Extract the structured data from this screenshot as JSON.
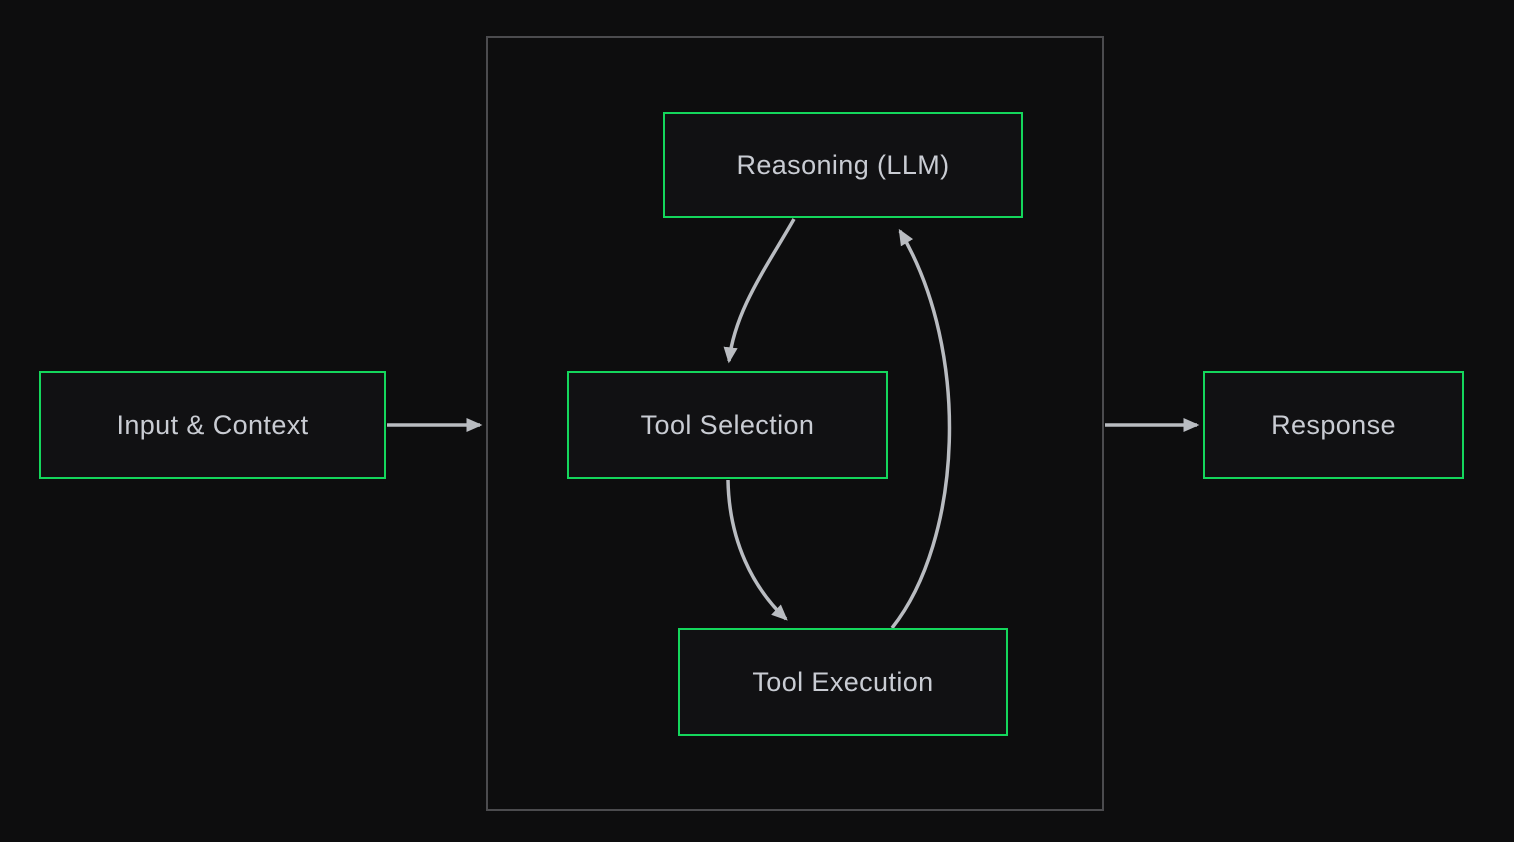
{
  "diagram": {
    "type": "flowchart",
    "colors": {
      "background": "#0d0d0e",
      "node_border": "#14d65c",
      "node_fill": "#111113",
      "node_text": "#c9ccd3",
      "container_border": "#4b4b4e",
      "arrow": "#b9bcc1"
    },
    "nodes": {
      "input_context": {
        "label": "Input & Context"
      },
      "reasoning": {
        "label": "Reasoning (LLM)"
      },
      "tool_selection": {
        "label": "Tool Selection"
      },
      "tool_execution": {
        "label": "Tool Execution"
      },
      "response": {
        "label": "Response"
      }
    },
    "container": {
      "label": ""
    },
    "edges": [
      {
        "from": "input_context",
        "to": "agent_loop_container",
        "style": "straight-arrow"
      },
      {
        "from": "reasoning",
        "to": "tool_selection",
        "style": "curved-arrow"
      },
      {
        "from": "tool_selection",
        "to": "tool_execution",
        "style": "curved-arrow"
      },
      {
        "from": "tool_execution",
        "to": "reasoning",
        "style": "curved-arrow"
      },
      {
        "from": "agent_loop_container",
        "to": "response",
        "style": "straight-arrow"
      }
    ]
  }
}
